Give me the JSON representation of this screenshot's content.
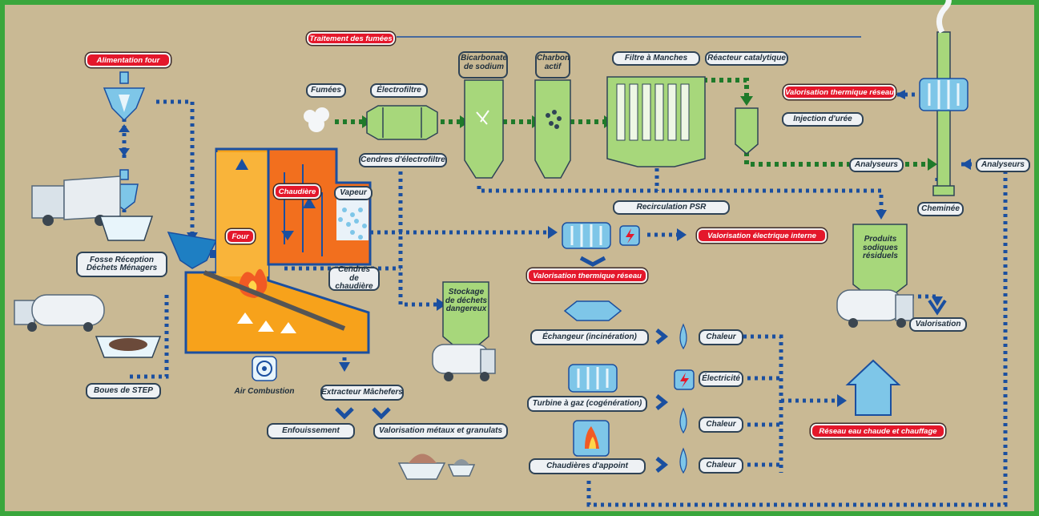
{
  "colors": {
    "frame": "#3aa63c",
    "background": "#c9b994",
    "furnace": "#f7a21b",
    "boiler": "#f26f1e",
    "equipment_green": "#a7d77b",
    "equipment_blue": "#7ec6e8",
    "flue_gas_arrow": "#1f7a2a",
    "energy_arrow": "#1a4fa0",
    "label_red": "#e4172b"
  },
  "headers": {
    "alimentation_four": "Alimentation four",
    "traitement_fumees": "Traitement des fumées",
    "four": "Four",
    "chaudiere": "Chaudière",
    "valorisation_thermique_reseau_top": "Valorisation thermique réseau",
    "valorisation_electrique_interne": "Valorisation électrique interne",
    "valorisation_thermique_reseau_mid": "Valorisation thermique réseau",
    "reseau_eau_chaude": "Réseau eau chaude et chauffage"
  },
  "labels": {
    "fumees": "Fumées",
    "electrofiltre": "Électrofiltre",
    "bicarbonate": "Bicarbonate\nde sodium",
    "charbon_actif": "Charbon\nactif",
    "filtre_manches": "Filtre à Manches",
    "reacteur_catalytique": "Réacteur catalytique",
    "injection_uree": "Injection d'urée",
    "cendres_electrofiltre": "Cendres d'électrofiltre",
    "vapeur": "Vapeur",
    "analyseurs_1": "Analyseurs",
    "analyseurs_2": "Analyseurs",
    "cheminee": "Cheminée",
    "recirculation_psr": "Recirculation PSR",
    "fosse_reception": "Fosse Réception\nDéchets Ménagers",
    "cendres_chaudiere": "Cendres de\nchaudière",
    "stockage_dechets": "Stockage\nde déchets\ndangereux",
    "produits_sodiques": "Produits\nsodiques\nrésiduels",
    "valorisation": "Valorisation",
    "echangeur": "Échangeur (incinération)",
    "chaleur_1": "Chaleur",
    "electricite": "Électricité",
    "turbine_gaz": "Turbine à gaz (cogénération)",
    "chaleur_2": "Chaleur",
    "chaudieres_appoint": "Chaudières d'appoint",
    "chaleur_3": "Chaleur",
    "boues_step": "Boues de STEP",
    "air_combustion": "Air Combustion",
    "extracteur_machefers": "Extracteur Mâchefers",
    "enfouissement": "Enfouissement",
    "valorisation_metaux": "Valorisation métaux et granulats"
  }
}
